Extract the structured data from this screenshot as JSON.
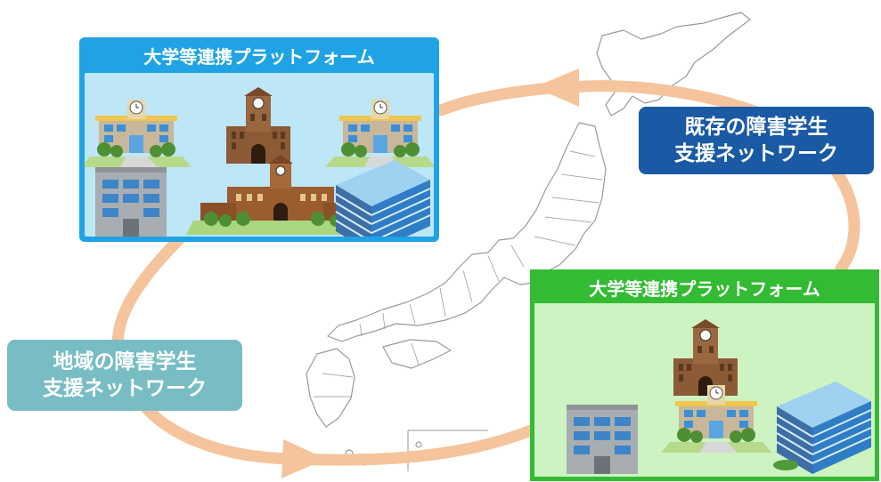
{
  "colors": {
    "loop_arrow": "#f5c49c",
    "existing_label_bg": "#1a5aa4",
    "regional_label_bg": "#78bdc4",
    "platform_top_border": "#1fa3e4",
    "platform_top_fill": "#bde6f7",
    "platform_bottom_border": "#33bb33",
    "platform_bottom_fill": "#cdf3c2",
    "map_line": "#9a9a9a"
  },
  "labels": {
    "existing_network": "既存の障害学生\n支援ネットワーク",
    "regional_network": "地域の障害学生\n支援ネットワーク"
  },
  "platforms": [
    {
      "title": "大学等連携プラットフォーム",
      "buildings": [
        "school-clock-building-icon",
        "clock-tower-university-icon",
        "school-clock-building-icon",
        "office-building-icon",
        "university-campus-icon",
        "modern-office-building-icon"
      ]
    },
    {
      "title": "大学等連携プラットフォーム",
      "buildings": [
        "clock-tower-university-icon",
        "office-building-icon",
        "school-clock-building-icon",
        "modern-office-building-icon"
      ]
    }
  ]
}
